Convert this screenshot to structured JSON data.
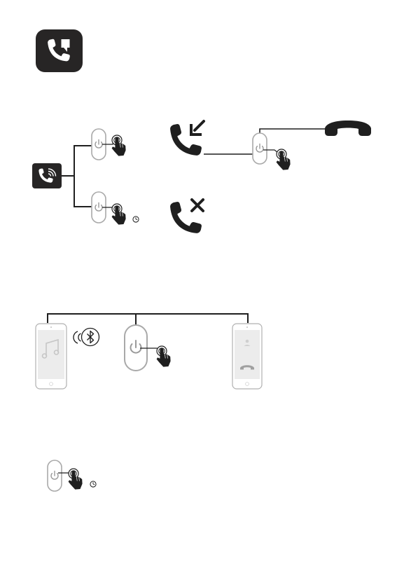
{
  "palette": {
    "ink": "#1f1f1f",
    "badge": "#272525",
    "outline": "#a9a9a9",
    "phone_outline": "#b0b0b0",
    "phone_screen": "#ececec",
    "screen_glyph": "#c6c6c6",
    "end_call_glyph": "#a0a0a0"
  },
  "icons": {
    "header_badge": "phone-message-icon",
    "call_badge": "ringing-phone-icon",
    "incoming_call": "incoming-call-icon",
    "rejected_call": "rejected-call-icon",
    "hang_up": "hang-up-icon",
    "button": "power-button-icon",
    "press": "press-hand-icon",
    "hold": "hold-timer-icon",
    "bluetooth": "bluetooth-icon",
    "music": "music-note-icon"
  },
  "sections": {
    "calls": {
      "short_press": "answer",
      "long_press": "reject"
    },
    "media": {
      "left_phone_screen": "music-playback",
      "right_phone_screen": "active-call"
    },
    "standalone": {
      "action": "long-press"
    }
  }
}
